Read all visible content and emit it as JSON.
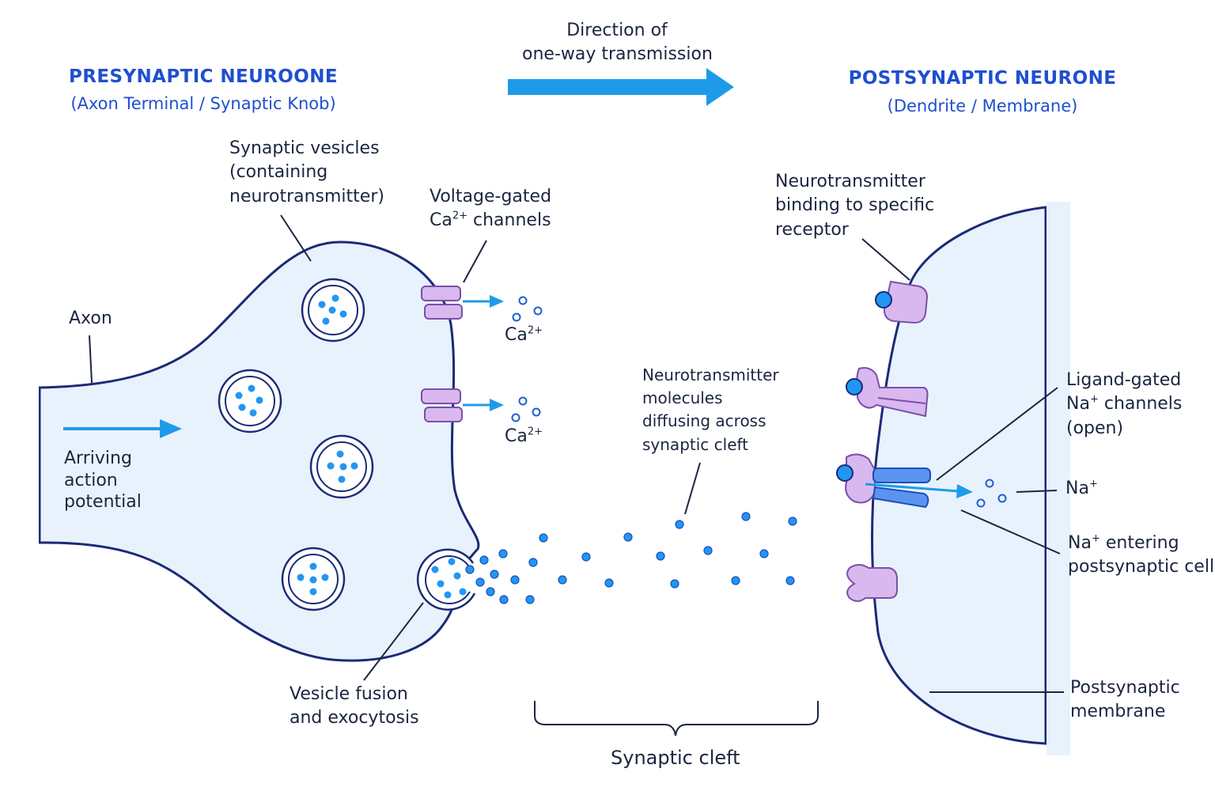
{
  "direction": {
    "line1": "Direction of",
    "line2": "one-way transmission"
  },
  "presynaptic": {
    "title": "PRESYNAPTIC NEUROONE",
    "subtitle": "(Axon Terminal / Synaptic Knob)"
  },
  "postsynaptic": {
    "title": "POSTSYNAPTIC NEURONE",
    "subtitle": "(Dendrite / Membrane)"
  },
  "labels": {
    "vesicles": [
      "Synaptic vesicles",
      "(containing",
      "neurotransmitter)"
    ],
    "voltage_gated": {
      "line1": "Voltage-gated",
      "line2_prefix": "Ca",
      "line2_sup": "2+",
      "line2_suffix": " channels"
    },
    "axon": "Axon",
    "arriving": [
      "Arriving",
      "action",
      "potential"
    ],
    "ca_ion": {
      "symbol": "Ca",
      "charge": "2+"
    },
    "nt_diffusing": [
      "Neurotransmitter",
      "molecules",
      "diffusing across",
      "synaptic cleft"
    ],
    "nt_binding": [
      "Neurotransmitter",
      "binding to specific",
      "receptor"
    ],
    "ligand_gated": {
      "line1": "Ligand-gated",
      "line2_prefix": "Na",
      "line2_sup": "+",
      "line2_suffix": " channels",
      "line3": "(open)"
    },
    "na_ion": {
      "symbol": "Na",
      "charge": "+"
    },
    "na_entering": {
      "line1_prefix": "Na",
      "line1_sup": "+",
      "line1_suffix": " entering",
      "line2": "postsynaptic cell"
    },
    "vesicle_fusion": [
      "Vesicle fusion",
      "and exocytosis"
    ],
    "synaptic_cleft": "Synaptic cleft",
    "post_membrane": [
      "Postsynaptic",
      "membrane"
    ]
  },
  "colors": {
    "membrane": "#1c2a78",
    "cell_fill": "#e8f2fc",
    "arrow_blue": "#1e9be8",
    "dot_blue": "#2196f3",
    "channel_purple": "#d9b8ef",
    "channel_stroke": "#7a4fa8",
    "open_channel_blue": "#5b93f0",
    "title_blue": "#1f4fd0",
    "text": "#1b2540"
  }
}
